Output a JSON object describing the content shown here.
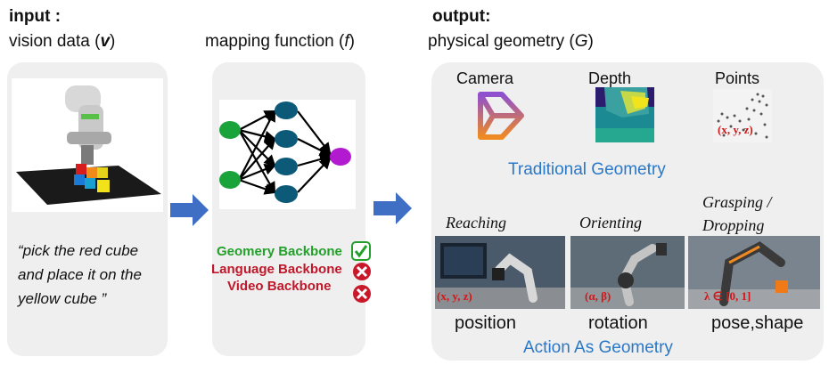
{
  "input": {
    "title": "input :",
    "subtitle_prefix": "vision data (",
    "subtitle_var": "v",
    "subtitle_suffix": ")",
    "quote": "“pick the red cube and place it on the yellow cube ”"
  },
  "mapping": {
    "title_prefix": "mapping function (",
    "title_var": "f",
    "title_suffix": ")",
    "backbones": [
      {
        "label": "Geomery Backbone",
        "status": "check",
        "color": "#22a02a"
      },
      {
        "label": "Language Backbone",
        "status": "cross",
        "color": "#c0182a"
      },
      {
        "label": "Video Backbone",
        "status": "cross",
        "color": "#c0182a"
      }
    ]
  },
  "output": {
    "title": "output:",
    "subtitle_prefix": "physical geometry (",
    "subtitle_var": "G",
    "subtitle_suffix": ")",
    "traditional": {
      "heading": "Traditional Geometry",
      "items": [
        "Camera",
        "Depth",
        "Points"
      ],
      "points_math": "(x, y, z)"
    },
    "action": {
      "heading": "Action As Geometry",
      "items": [
        {
          "tag": "Reaching",
          "math": "(x, y, z)",
          "caption": "position"
        },
        {
          "tag": "Orienting",
          "math": "(α, β)",
          "caption": "rotation"
        },
        {
          "tag": "Grasping / Dropping",
          "math": "λ ∈ [0, 1]",
          "caption": "pose,shape"
        }
      ]
    }
  },
  "colors": {
    "arrow": "#3f6fc4",
    "node": "#0c5a78",
    "input_node": "#1aa33a",
    "output_node": "#b21ad0",
    "panel": "#efefef"
  }
}
